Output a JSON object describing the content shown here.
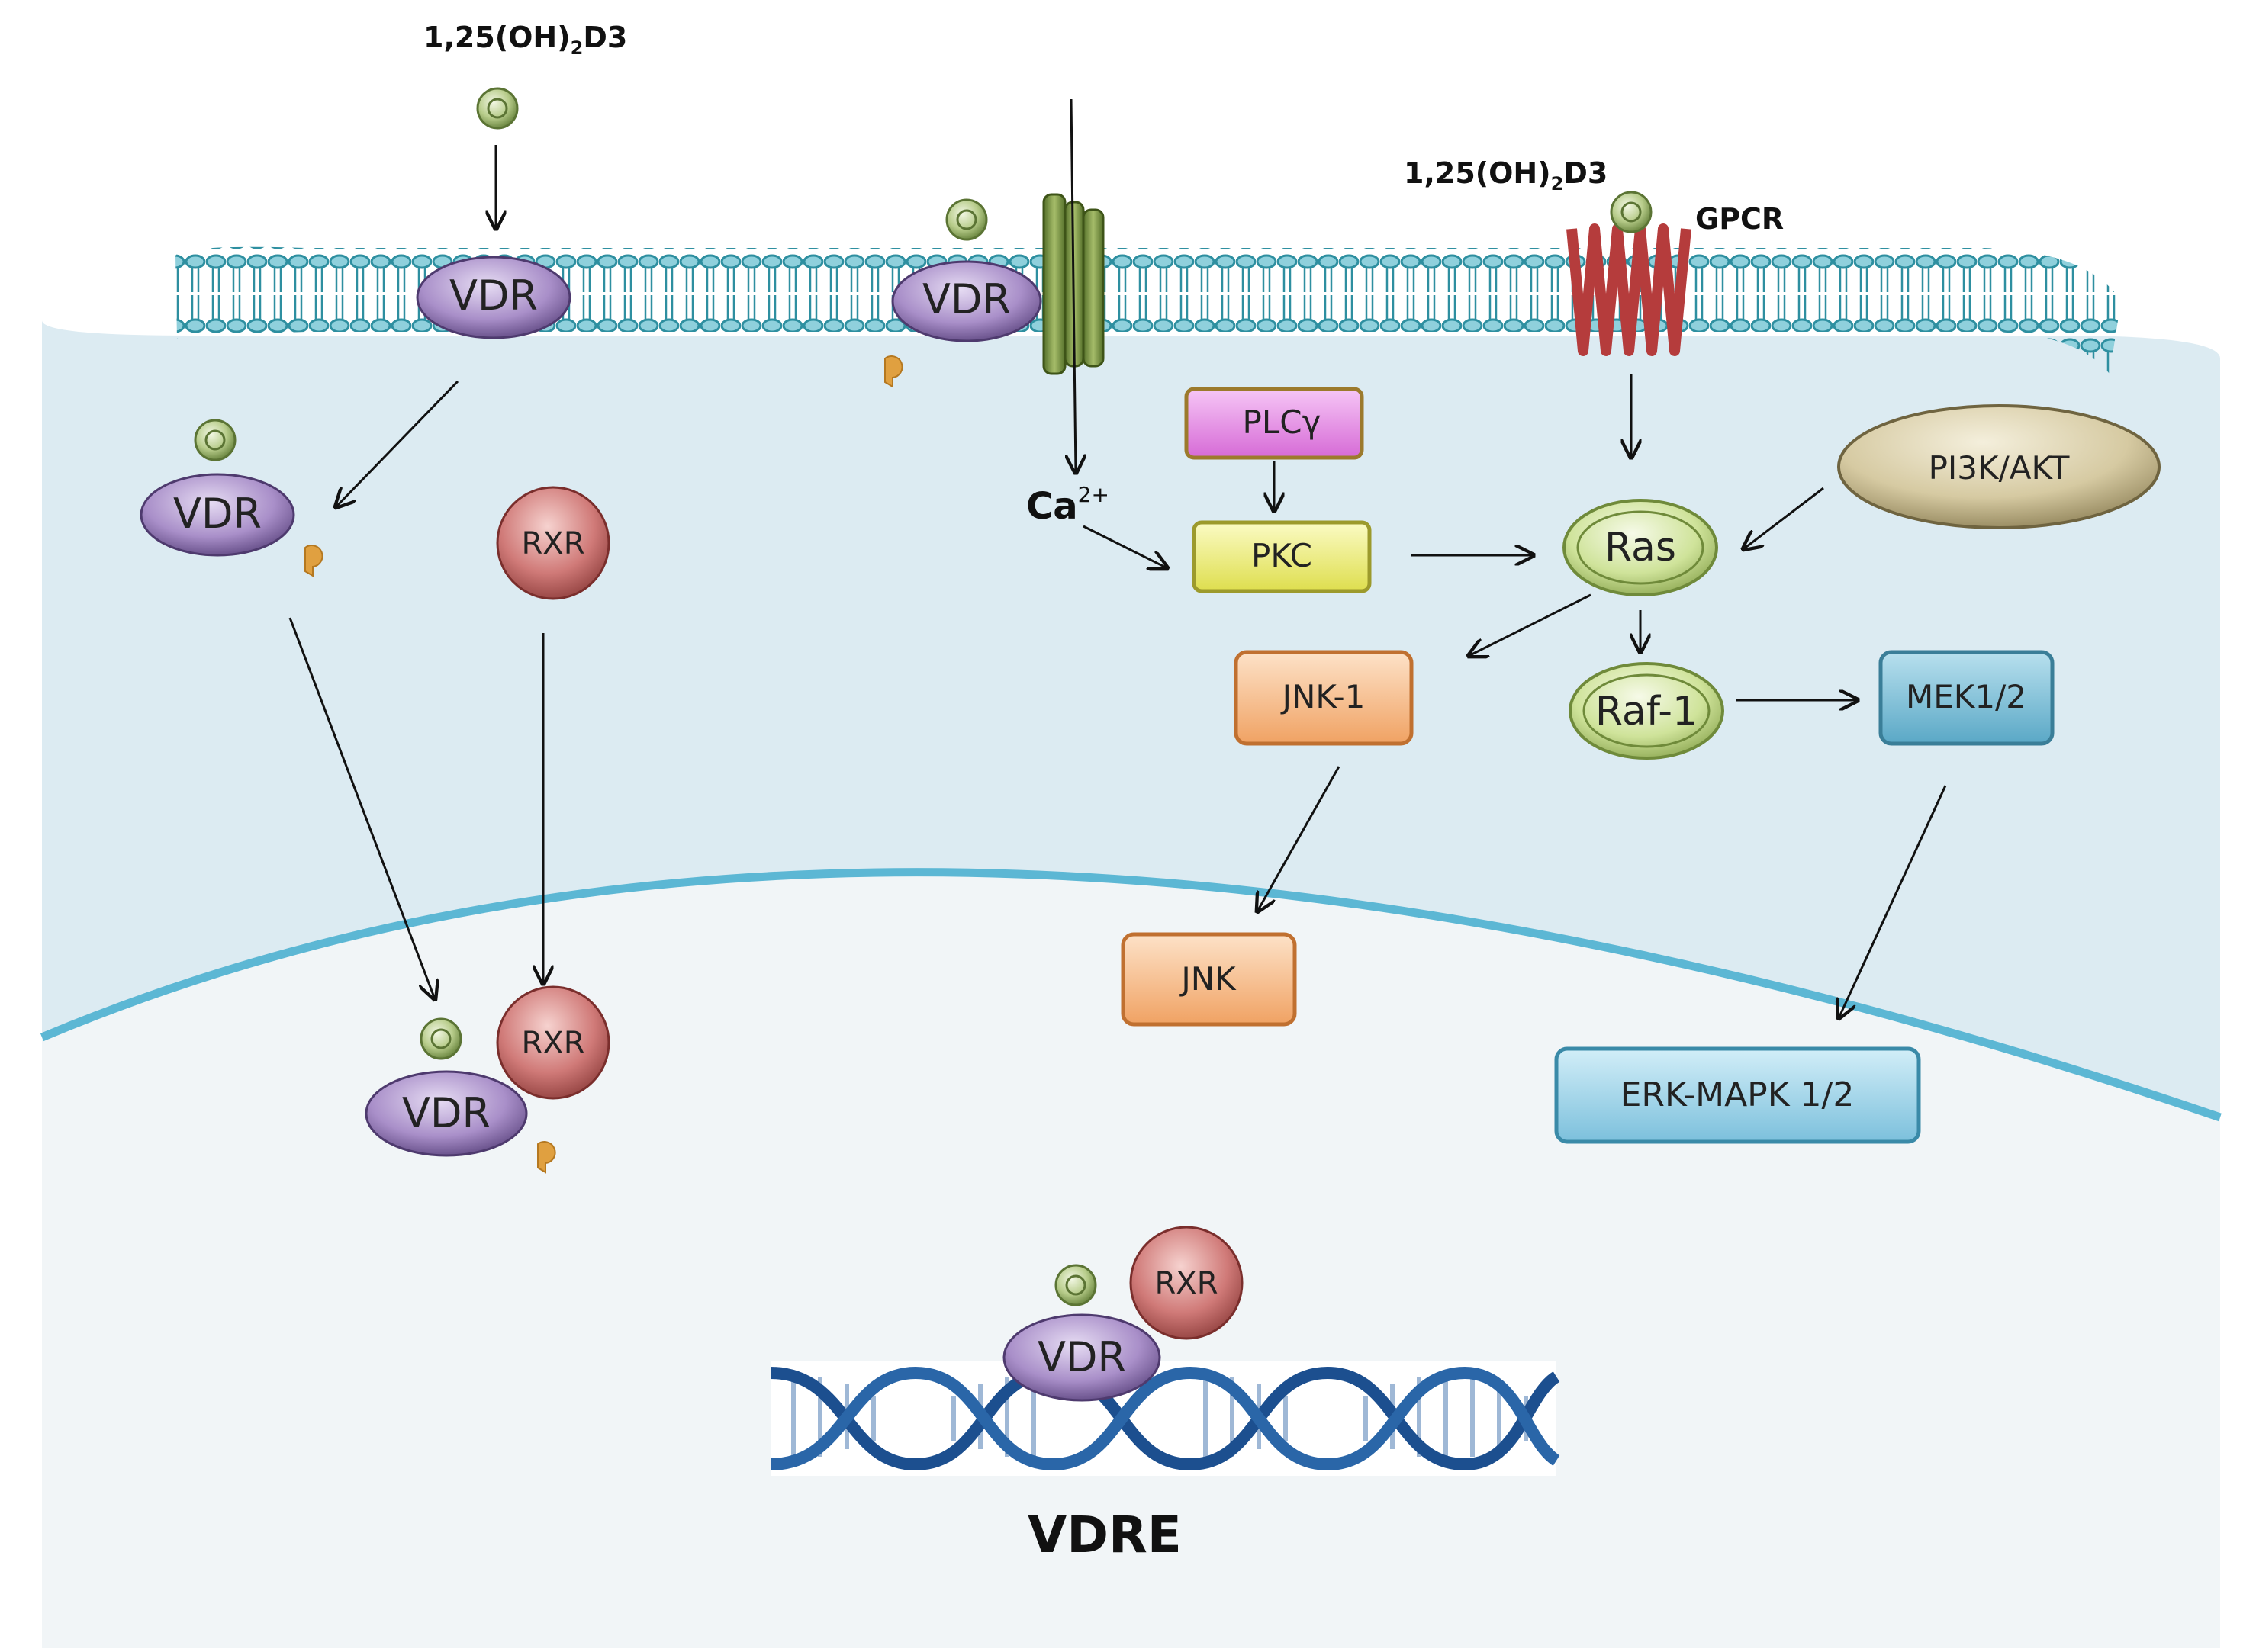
{
  "labels": {
    "ligand_top_left": "1,25(OH)",
    "ligand_top_left_sub": "2",
    "ligand_top_left_tail": "D3",
    "ligand_gpcr": "1,25(OH)",
    "ligand_gpcr_sub": "2",
    "ligand_gpcr_tail": "D3",
    "gpcr": "GPCR",
    "calcium": "Ca",
    "calcium_sup": "2+",
    "vdre": "VDRE"
  },
  "proteins": {
    "vdr": "VDR",
    "rxr": "RXR",
    "plcg": "PLCγ",
    "pkc": "PKC",
    "ras": "Ras",
    "pi3k": "PI3K/AKT",
    "jnk1": "JNK-1",
    "raf1": "Raf-1",
    "mek": "MEK1/2",
    "jnk": "JNK",
    "erk": "ERK-MAPK 1/2"
  },
  "colors": {
    "cytoplasm": "#dcebf2",
    "nucleus": "#f1f5f7",
    "membrane": "#2e8fa0",
    "nuclear_envelope": "#5cb7d4",
    "vdr": "#a98fc9",
    "rxr": "#d07a78",
    "ligand": "#a8c07a",
    "phosphate": "#e0a040",
    "plcg": "#e68ee6",
    "pkc": "#efef73",
    "ras": "#cfe39a",
    "pi3k": "#d6caa2",
    "jnk": "#f5b986",
    "mek": "#78bcd6",
    "erk": "#8fcce3",
    "channel": "#6f8c3a",
    "gpcr": "#b53c3c",
    "dna": "#1c4f8f"
  }
}
